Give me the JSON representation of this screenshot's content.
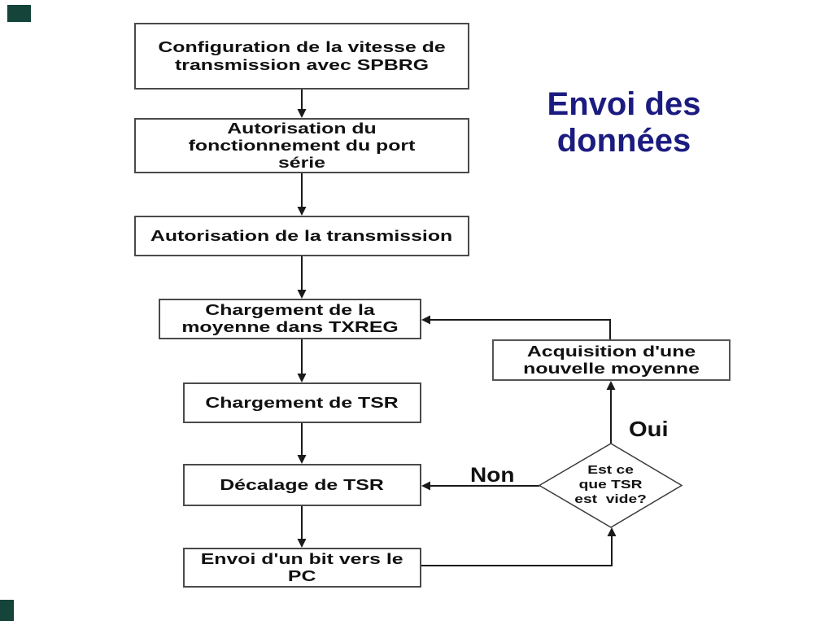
{
  "title": {
    "text": "Envoi des\ndonnées",
    "color": "#1b1b80"
  },
  "flowchart": {
    "boxes": [
      {
        "name": "config-spbrg",
        "text": "Configuration de la vitesse de\ntransmission avec SPBRG"
      },
      {
        "name": "enable-serial-port",
        "text": "Autorisation du\nfonctionnement du port\nsérie"
      },
      {
        "name": "enable-transmission",
        "text": "Autorisation de la transmission"
      },
      {
        "name": "load-txreg",
        "text": "Chargement de la\nmoyenne dans TXREG"
      },
      {
        "name": "load-tsr",
        "text": "Chargement de TSR"
      },
      {
        "name": "shift-tsr",
        "text": "Décalage de TSR"
      },
      {
        "name": "send-bit-pc",
        "text": "Envoi d'un bit vers le\nPC"
      },
      {
        "name": "acquire-new-mean",
        "text": "Acquisition d'une\nnouvelle moyenne"
      }
    ],
    "decision": {
      "text": "Est ce\nque TSR\nest  vide?"
    },
    "labels": {
      "yes": "Oui",
      "no": "Non"
    },
    "line_color": "#1a1a1a",
    "corner_mark_color": "#14443a"
  }
}
